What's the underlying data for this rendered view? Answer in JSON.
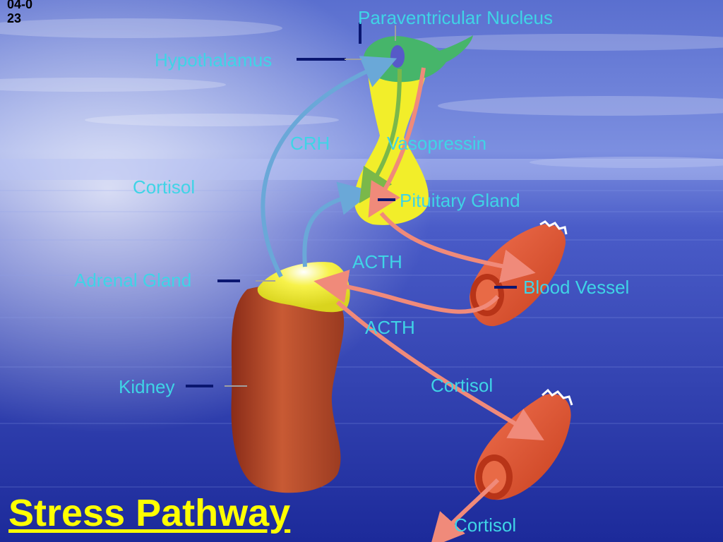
{
  "slide": {
    "id": "04-023",
    "title": "Stress Pathway"
  },
  "labels": {
    "paraventricular_nucleus": "Paraventricular Nucleus",
    "hypothalamus": "Hypothalamus",
    "crh": "CRH",
    "vasopressin": "Vasopressin",
    "cortisol_left": "Cortisol",
    "pituitary_gland": "Pituitary Gland",
    "acth_upper": "ACTH",
    "adrenal_gland": "Adrenal Gland",
    "blood_vessel": "Blood Vessel",
    "acth_lower": "ACTH",
    "cortisol_middle": "Cortisol",
    "kidney": "Kidney",
    "cortisol_bottom": "Cortisol"
  },
  "colors": {
    "label_text": "#3fd4e6",
    "title_text": "#ffff00",
    "leader_line": "#0a1670",
    "hypothalamus": "#46b56a",
    "pituitary": "#f2ee2a",
    "kidney": "#b84a2a",
    "blood_vessel": "#e05a38",
    "arrow_blue": "#6aa8d8",
    "arrow_green": "#7ab84a",
    "arrow_pink": "#f08a7a"
  }
}
